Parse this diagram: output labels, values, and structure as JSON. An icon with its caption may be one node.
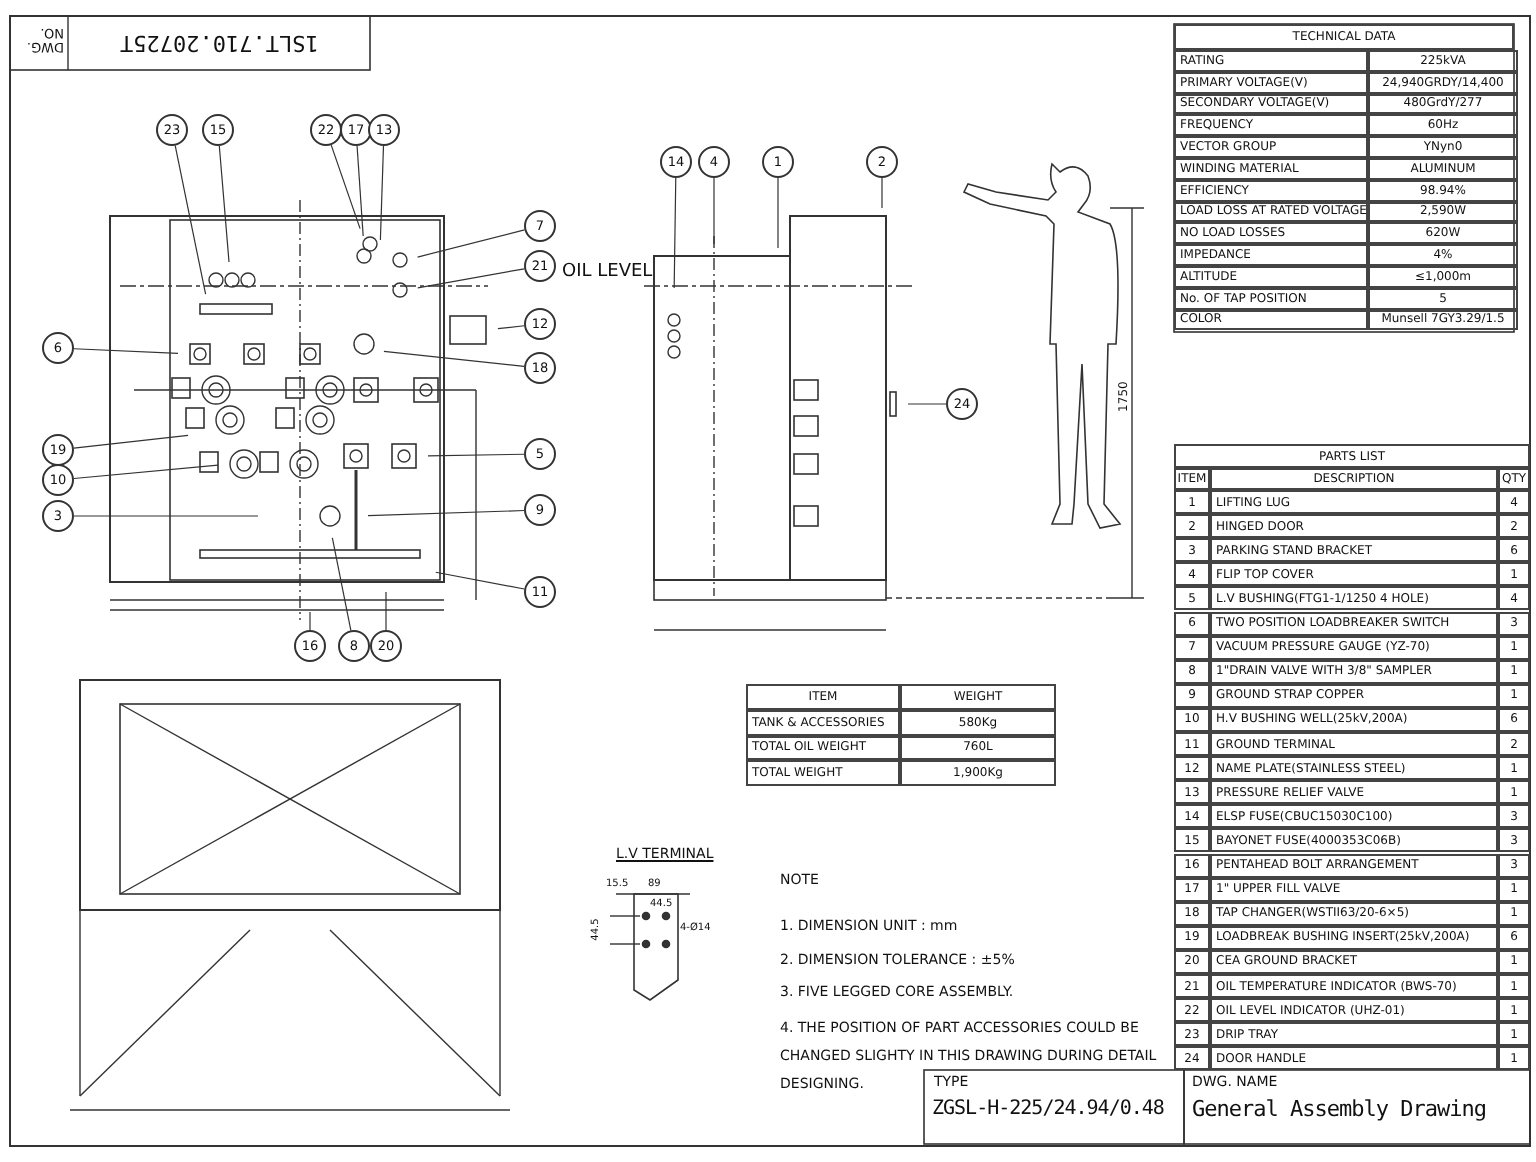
{
  "diagram": {
    "nodes": [
      {
        "text": [
          "23"
        ]
      },
      {
        "text": [
          "15"
        ]
      },
      {
        "text": [
          "22"
        ]
      },
      {
        "text": [
          "17"
        ]
      },
      {
        "text": [
          "13"
        ]
      },
      {
        "text": [
          "7"
        ]
      },
      {
        "text": [
          "21"
        ]
      },
      {
        "text": [
          "12"
        ]
      },
      {
        "text": [
          "18"
        ]
      },
      {
        "text": [
          "6"
        ]
      },
      {
        "text": [
          "19"
        ]
      },
      {
        "text": [
          "10"
        ]
      },
      {
        "text": [
          "3"
        ]
      },
      {
        "text": [
          "5"
        ]
      },
      {
        "text": [
          "9"
        ]
      },
      {
        "text": [
          "11"
        ]
      },
      {
        "text": [
          "16"
        ]
      },
      {
        "text": [
          "8"
        ]
      },
      {
        "text": [
          "20"
        ]
      },
      {
        "text": [
          "14"
        ]
      },
      {
        "text": [
          "4"
        ]
      },
      {
        "text": [
          "1"
        ]
      },
      {
        "text": [
          "2"
        ]
      },
      {
        "text": [
          "24"
        ]
      },
      {
        "text": [],
        "shape": "picture"
      },
      {
        "text": [],
        "shape": "picture"
      },
      {
        "text": [],
        "shape": "person"
      }
    ],
    "edges": [
      {
        "from": 0,
        "to": 24,
        "arrow": "none"
      },
      {
        "from": 1,
        "to": 24,
        "arrow": "none"
      },
      {
        "from": 2,
        "to": 24,
        "arrow": "none"
      },
      {
        "from": 3,
        "to": 24,
        "arrow": "none"
      },
      {
        "from": 4,
        "to": 24,
        "arrow": "none"
      },
      {
        "from": 5,
        "to": 24,
        "arrow": "none"
      },
      {
        "from": 6,
        "to": 24,
        "arrow": "none"
      },
      {
        "from": 7,
        "to": 24,
        "arrow": "none"
      },
      {
        "from": 8,
        "to": 24,
        "arrow": "none"
      },
      {
        "from": 9,
        "to": 24,
        "arrow": "none"
      },
      {
        "from": 10,
        "to": 24,
        "arrow": "none"
      },
      {
        "from": 11,
        "to": 24,
        "arrow": "none"
      },
      {
        "from": 12,
        "to": 24,
        "arrow": "none"
      },
      {
        "from": 13,
        "to": 24,
        "arrow": "none"
      },
      {
        "from": 14,
        "to": 24,
        "arrow": "none"
      },
      {
        "from": 15,
        "to": 24,
        "arrow": "none"
      },
      {
        "from": 16,
        "to": 24,
        "arrow": "none"
      },
      {
        "from": 17,
        "to": 24,
        "arrow": "none"
      },
      {
        "from": 18,
        "to": 24,
        "arrow": "none"
      },
      {
        "from": 19,
        "to": 25,
        "arrow": "none"
      },
      {
        "from": 20,
        "to": 25,
        "arrow": "none"
      },
      {
        "from": 21,
        "to": 25,
        "arrow": "none"
      },
      {
        "from": 22,
        "to": 25,
        "arrow": "none"
      },
      {
        "from": 23,
        "to": 25,
        "arrow": "none"
      }
    ],
    "labels": [
      "DWG. NO.",
      "1SLT.710.20725T",
      "OIL LEVEL",
      "1750",
      "TECHNICAL DATA",
      "RATING",
      "225kVA",
      "PRIMARY VOLTAGE(V)",
      "24,940GRDY/14,400",
      "SECONDARY VOLTAGE(V)",
      "480GrdY/277",
      "FREQUENCY",
      "60Hz",
      "VECTOR GROUP",
      "YNyn0",
      "WINDING MATERIAL",
      "ALUMINUM",
      "EFFICIENCY",
      "98.94%",
      "LOAD LOSS AT RATED VOLTAGE",
      "2,590W",
      "NO LOAD LOSSES",
      "620W",
      "IMPEDANCE",
      "4%",
      "ALTITUDE",
      "≤1,000m",
      "No. OF TAP POSITION",
      "5",
      "COLOR",
      "Munsell 7GY3.29/1.5",
      "PARTS LIST",
      "ITEM",
      "DESCRIPTION",
      "QTY",
      "1",
      "LIFTING LUG",
      "4",
      "2",
      "HINGED DOOR",
      "2",
      "3",
      "PARKING STAND BRACKET",
      "6",
      "4",
      "FLIP TOP COVER",
      "1",
      "5",
      "L.V BUSHING(FTG1-1/1250    4 HOLE)",
      "4",
      "6",
      "TWO POSITION LOADBREAKER SWITCH",
      "3",
      "7",
      "VACUUM PRESSURE GAUGE (YZ-70)",
      "1",
      "8",
      "1\"DRAIN VALVE WITH 3/8\" SAMPLER",
      "1",
      "9",
      "GROUND STRAP COPPER",
      "1",
      "10",
      "H.V BUSHING WELL(25kV,200A)",
      "6",
      "11",
      "GROUND TERMINAL",
      "2",
      "12",
      "NAME PLATE(STAINLESS STEEL)",
      "1",
      "13",
      "PRESSURE RELIEF VALVE",
      "1",
      "14",
      "ELSP FUSE(CBUC15030C100)",
      "3",
      "15",
      "BAYONET FUSE(4000353C06B)",
      "3",
      "16",
      "PENTAHEAD BOLT ARRANGEMENT",
      "3",
      "17",
      "1\" UPPER FILL VALVE",
      "1",
      "18",
      "TAP CHANGER(WSTII63/20-6×5)",
      "1",
      "19",
      "LOADBREAK BUSHING INSERT(25kV,200A)",
      "6",
      "20",
      "CEA GROUND BRACKET",
      "1",
      "21",
      "OIL TEMPERATURE INDICATOR (BWS-70)",
      "1",
      "22",
      "OIL LEVEL INDICATOR (UHZ-01)",
      "1",
      "23",
      "DRIP TRAY",
      "1",
      "24",
      "DOOR HANDLE",
      "1",
      "ITEM",
      "WEIGHT",
      "TANK & ACCESSORIES",
      "580Kg",
      "TOTAL OIL WEIGHT",
      "760L",
      "TOTAL WEIGHT",
      "1,900Kg",
      "L.V TERMINAL",
      "15.5",
      "89",
      "44.5",
      "44.5",
      "4-Ø14",
      "NOTE",
      "1. DIMENSION UNIT : mm",
      "2. DIMENSION TOLERANCE : ±5%",
      "3. FIVE LEGGED CORE ASSEMBLY.",
      "4. THE POSITION OF PART ACCESSORIES COULD BE CHANGED SLIGHTY IN THIS DRAWING DURING DETAIL DESIGNING.",
      "TYPE",
      "ZGSL-H-225/24.94/0.48",
      "DWG. NAME",
      "General Assembly Drawing"
    ]
  }
}
